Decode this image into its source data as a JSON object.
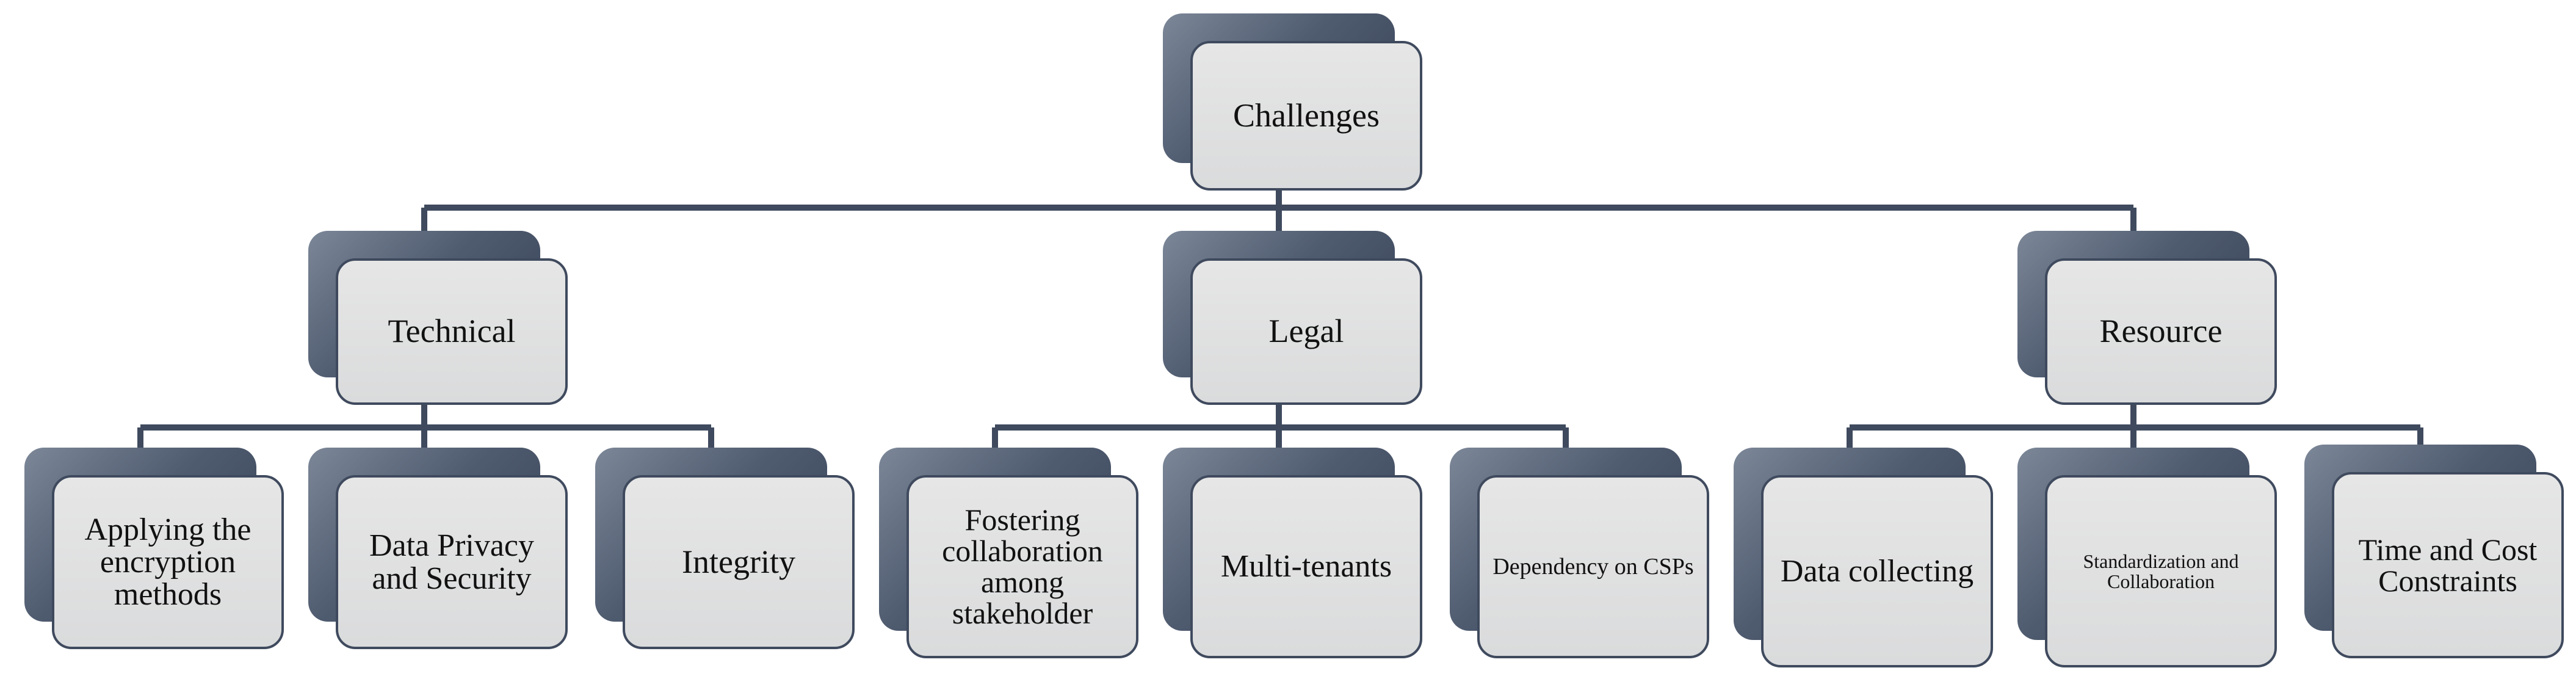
{
  "diagram": {
    "connector_color": "#3f4a5e",
    "root": {
      "label": "Challenges"
    },
    "categories": [
      {
        "label": "Technical",
        "children": [
          {
            "label": "Applying the encryption methods"
          },
          {
            "label": "Data Privacy and Security"
          },
          {
            "label": "Integrity"
          }
        ]
      },
      {
        "label": "Legal",
        "children": [
          {
            "label": "Fostering collaboration among stakeholder"
          },
          {
            "label": "Multi-tenants"
          },
          {
            "label": "Dependency on CSPs"
          }
        ]
      },
      {
        "label": "Resource",
        "children": [
          {
            "label": "Data collecting"
          },
          {
            "label": "Standardization and Collaboration"
          },
          {
            "label": "Time and Cost Constraints"
          }
        ]
      }
    ]
  }
}
